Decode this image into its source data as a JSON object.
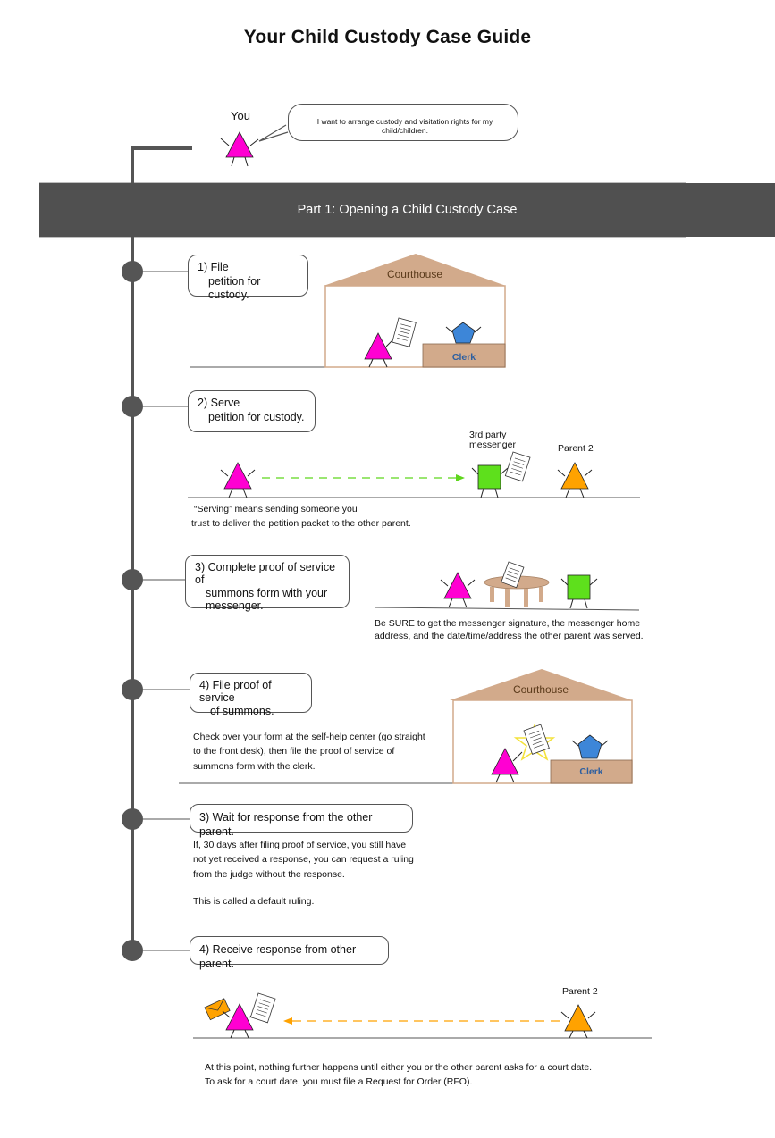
{
  "title": "Your Child Custody Case Guide",
  "intro": {
    "you_label": "You",
    "speech": "I want to arrange custody and visitation rights for my child/children."
  },
  "part_banner": "Part 1: Opening a Child Custody Case",
  "steps": [
    {
      "num": "1)",
      "title": "File",
      "title_line2": "petition for custody."
    },
    {
      "num": "2)",
      "title": "Serve",
      "title_line2": "petition for custody.",
      "messenger_label_1": "3rd party",
      "messenger_label_2": "messenger",
      "parent2_label": "Parent 2",
      "note_line1": "“Serving” means sending someone you",
      "note_line2": "trust to deliver the petition packet to the other parent."
    },
    {
      "num": "3)",
      "title": "Complete proof of service of",
      "title_line2": "summons form with your",
      "title_line3": "messenger.",
      "note_line1": "Be SURE to get the messenger signature, the messenger home",
      "note_line2": "address, and the date/time/address the other parent was served."
    },
    {
      "num": "4)",
      "title": "File proof of service",
      "title_line2": "of summons.",
      "note_line1": "Check over your form at the self-help center (go straight",
      "note_line2": "to the front desk), then file the proof of service of",
      "note_line3": "summons form with the clerk."
    },
    {
      "num": "3)",
      "title": "Wait for response from the other parent.",
      "note_line1": "If, 30 days after filing proof of service, you still have",
      "note_line2": "not yet received a response, you can request a ruling",
      "note_line3": "from the judge without the response.",
      "note_line4": "This is called a default ruling."
    },
    {
      "num": "4)",
      "title": "Receive response from other parent.",
      "parent2_label": "Parent 2",
      "note_line1": "At this point, nothing further happens until either you or the other parent asks for a court date.",
      "note_line2": "To ask for a court date, you must file a Request for Order (RFO)."
    }
  ],
  "courthouse_label": "Courthouse",
  "clerk_label": "Clerk",
  "colors": {
    "you": "#ff00d2",
    "clerk": "#3d86d8",
    "messenger": "#5ee01c",
    "parent2": "#ffa200",
    "roof": "#d2aa8b",
    "desk": "#d2aa8b",
    "timeline": "#555555",
    "banner": "#505050"
  }
}
